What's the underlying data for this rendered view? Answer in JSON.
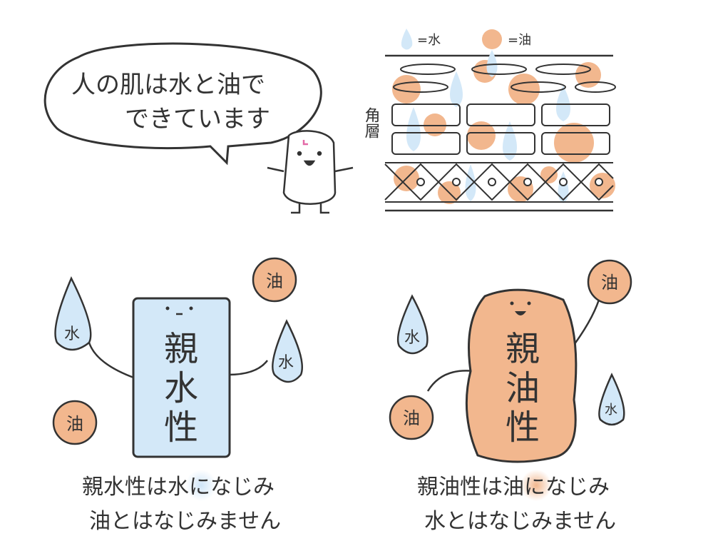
{
  "legend": {
    "water": "=水",
    "oil": "=油"
  },
  "speech": {
    "line1": "人の肌は水と油で",
    "line2": "できています"
  },
  "stratum_label": "角層",
  "hydrophilic": {
    "body_label": [
      "親",
      "水",
      "性"
    ],
    "held_drop": "水",
    "left_drop": "水",
    "top_oil": "油",
    "bottom_oil": "油",
    "caption": {
      "pre": "親水性は",
      "highlight": "水",
      "post": "になじみ",
      "line2": "油とはなじみません"
    }
  },
  "lipophilic": {
    "body_label": [
      "親",
      "油",
      "性"
    ],
    "held_oil_top": "油",
    "held_oil_left": "油",
    "left_drop": "水",
    "right_drop": "水",
    "caption": {
      "pre": "親油性は",
      "highlight": "油",
      "post": "になじみ",
      "line2": "水とはなじみません"
    }
  },
  "colors": {
    "water": "#d3e8f8",
    "oil": "#f2b78e",
    "ink": "#333333"
  }
}
